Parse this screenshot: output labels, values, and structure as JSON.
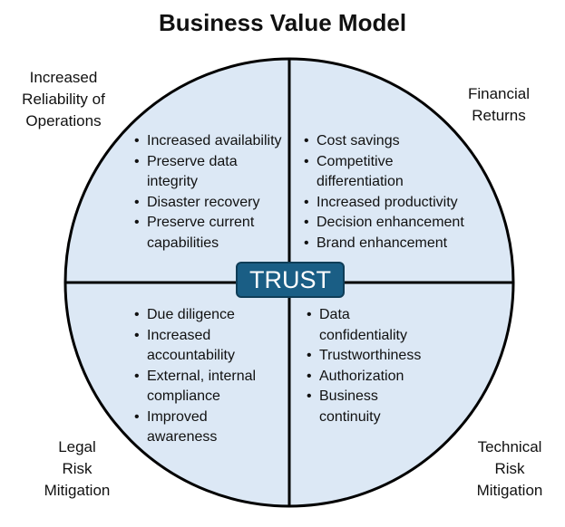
{
  "title": "Business Value Model",
  "center": "TRUST",
  "colors": {
    "fill": "#dce8f5",
    "trust": "#1a5e85"
  },
  "quadrants": {
    "top_left": {
      "label": [
        "Increased",
        "Reliability of",
        "Operations"
      ],
      "items": [
        "Increased availability",
        "Preserve data integrity",
        "Disaster recovery",
        "Preserve current capabilities"
      ]
    },
    "top_right": {
      "label": [
        "Financial",
        "Returns"
      ],
      "items": [
        "Cost savings",
        "Competitive differentiation",
        "Increased productivity",
        "Decision enhancement",
        "Brand enhancement"
      ]
    },
    "bottom_left": {
      "label": [
        "Legal",
        "Risk",
        "Mitigation"
      ],
      "items": [
        "Due diligence",
        "Increased accountability",
        "External, internal compliance",
        "Improved awareness"
      ]
    },
    "bottom_right": {
      "label": [
        "Technical",
        "Risk",
        "Mitigation"
      ],
      "items": [
        "Data confidentiality",
        "Trustworthiness",
        "Authorization",
        "Business continuity"
      ]
    }
  }
}
